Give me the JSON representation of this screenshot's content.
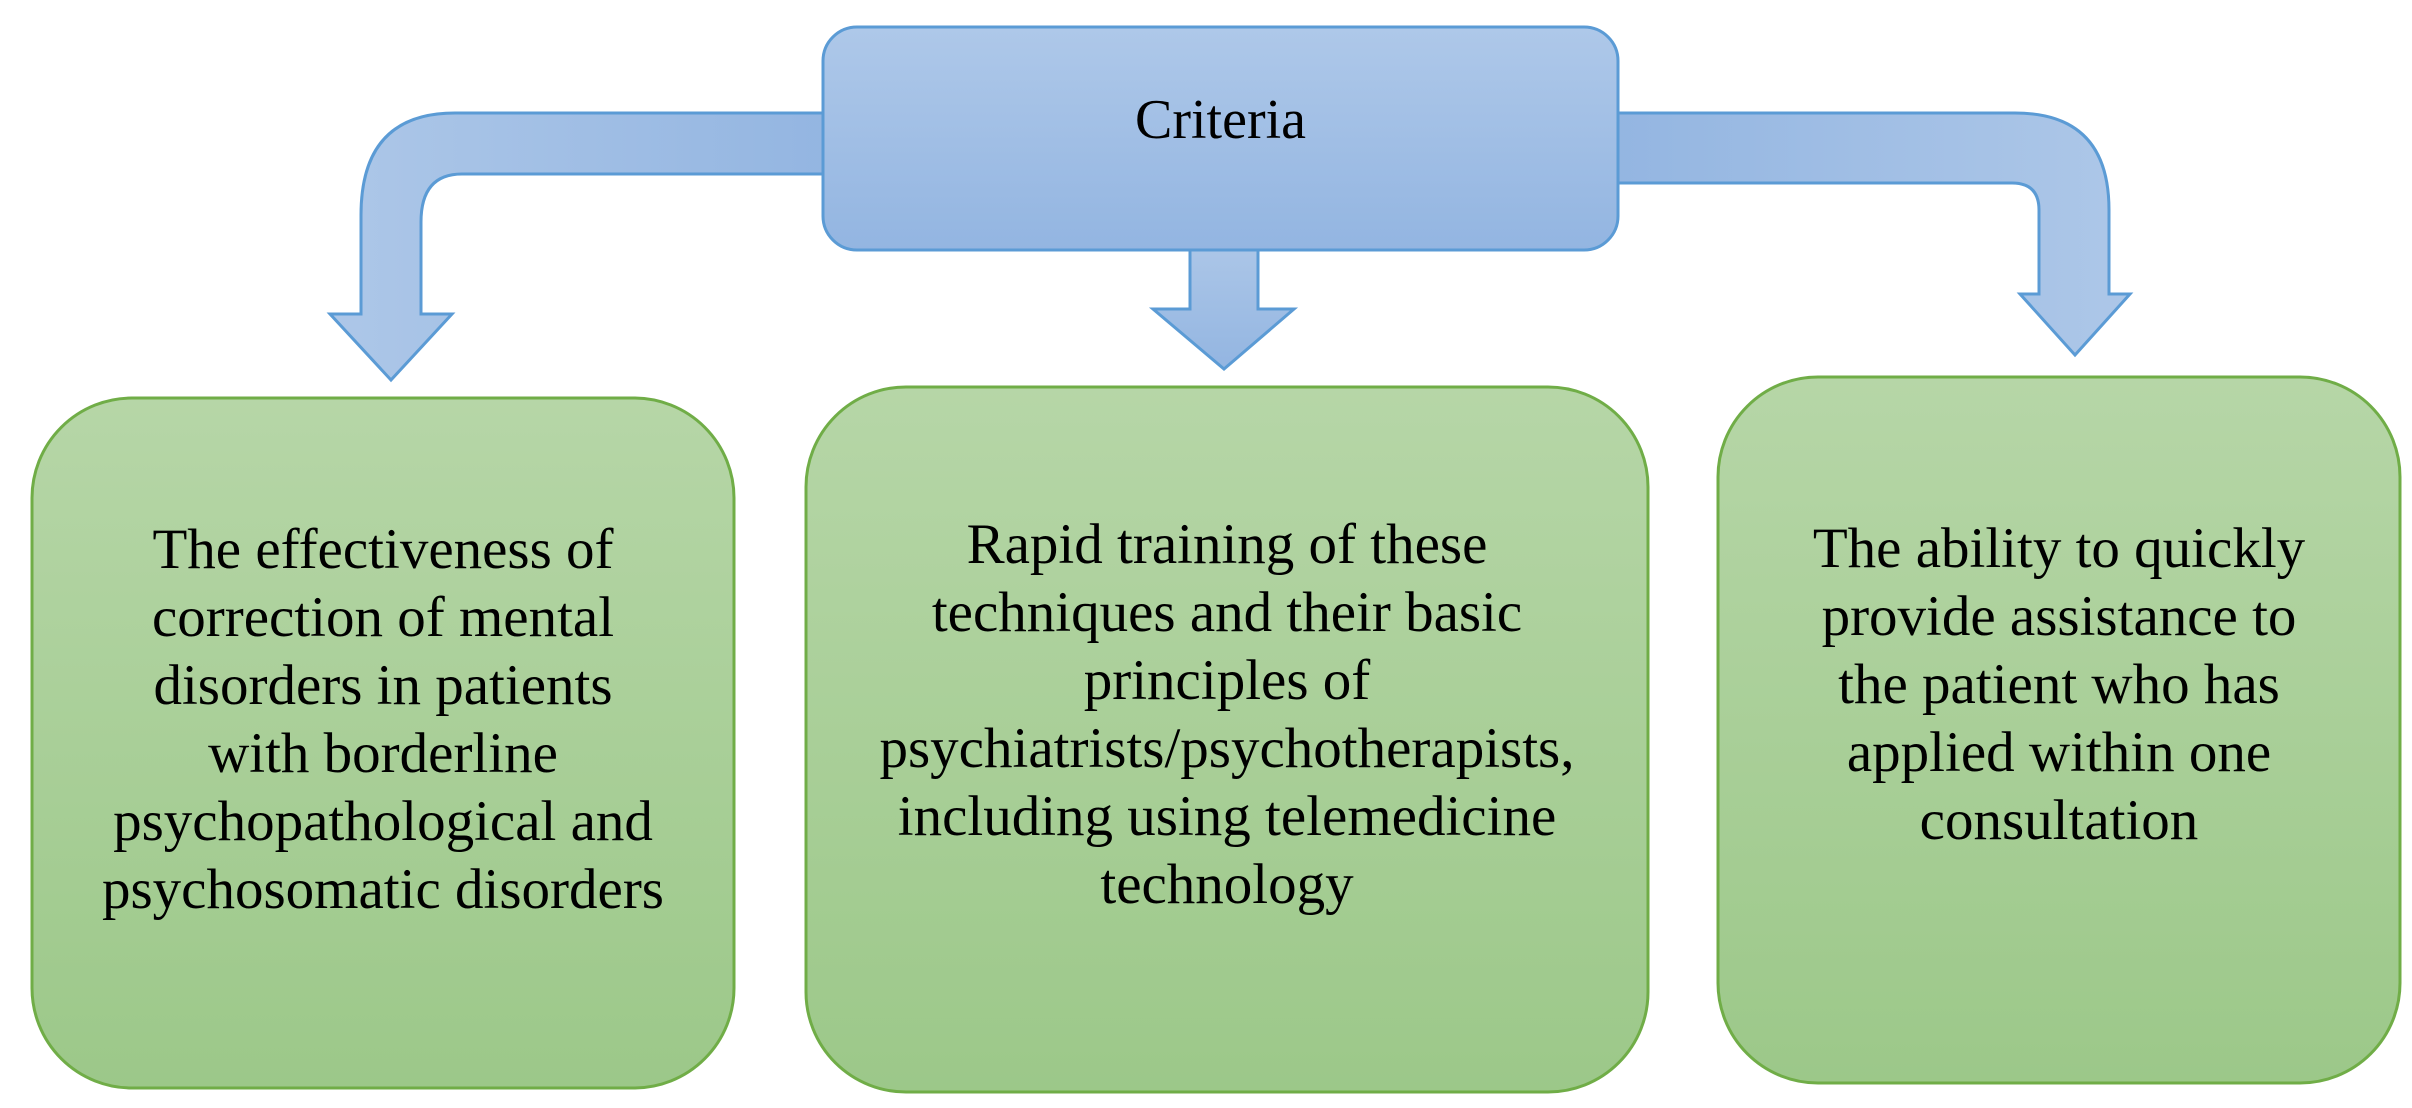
{
  "diagram": {
    "type": "hierarchy",
    "colors": {
      "root_fill_top": "#aec8e9",
      "root_fill_bottom": "#93b5e1",
      "root_stroke": "#5b9bd5",
      "arrow_fill_light": "#adc7e8",
      "arrow_fill_dark": "#93b5e1",
      "arrow_stroke": "#5b9bd5",
      "child_fill_top": "#b6d6a7",
      "child_fill_bottom": "#9cc889",
      "child_stroke": "#70ad47",
      "text": "#000000"
    },
    "root": {
      "label": "Criteria"
    },
    "children": [
      {
        "lines": [
          "The effectiveness of",
          "correction of mental",
          "disorders in patients",
          "with borderline",
          "psychopathological and",
          "psychosomatic disorders"
        ]
      },
      {
        "lines": [
          "Rapid training of these",
          "techniques and their basic",
          "principles of",
          "psychiatrists/psychotherapists,",
          "including using telemedicine",
          "technology"
        ]
      },
      {
        "lines": [
          "The ability to quickly",
          "provide assistance to",
          "the patient who has",
          "applied within one",
          "consultation"
        ]
      }
    ],
    "edges": [
      {
        "from": "root",
        "to": "child-1",
        "style": "bent-arrow-left"
      },
      {
        "from": "root",
        "to": "child-2",
        "style": "straight-arrow-down"
      },
      {
        "from": "root",
        "to": "child-3",
        "style": "bent-arrow-right"
      }
    ]
  }
}
